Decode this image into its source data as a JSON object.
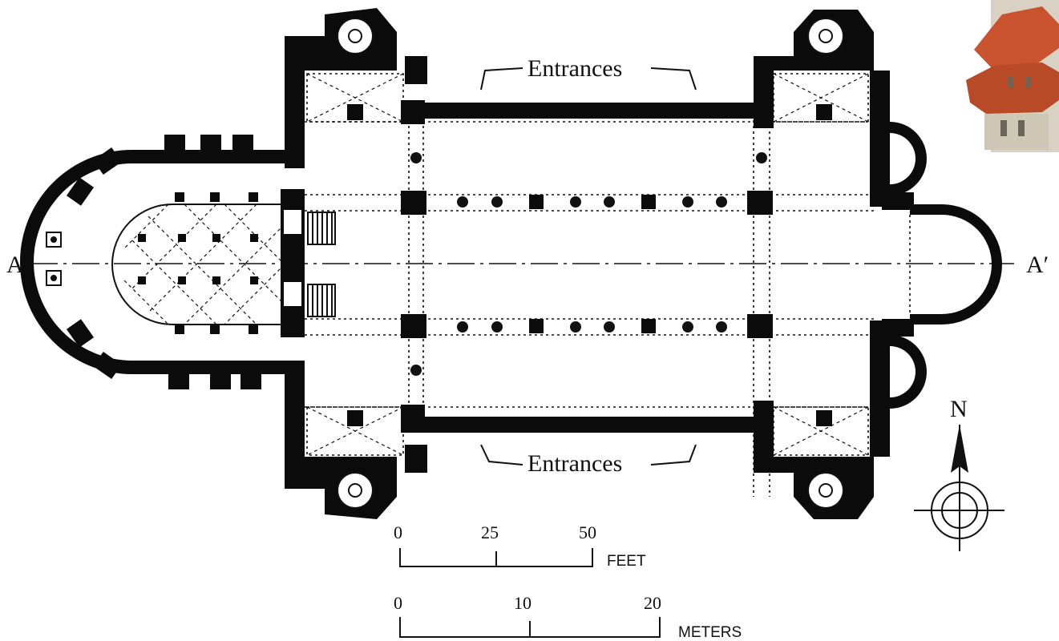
{
  "labels": {
    "entrances_top": "Entrances",
    "entrances_bottom": "Entrances",
    "section_left": "A",
    "section_right": "A′",
    "north": "N"
  },
  "scale_feet": {
    "ticks": [
      "0",
      "25",
      "50"
    ],
    "unit": "FEET"
  },
  "scale_meters": {
    "ticks": [
      "0",
      "10",
      "20"
    ],
    "unit": "METERS"
  },
  "colors": {
    "wall": "#0b0b0b",
    "background": "#ffffff",
    "model_roof": "#c8532e",
    "model_wall": "#d9d2c4"
  },
  "icons": [
    "compass-rose-icon",
    "spiral-stair-icon",
    "staircase-icon",
    "building-model-thumbnail"
  ]
}
